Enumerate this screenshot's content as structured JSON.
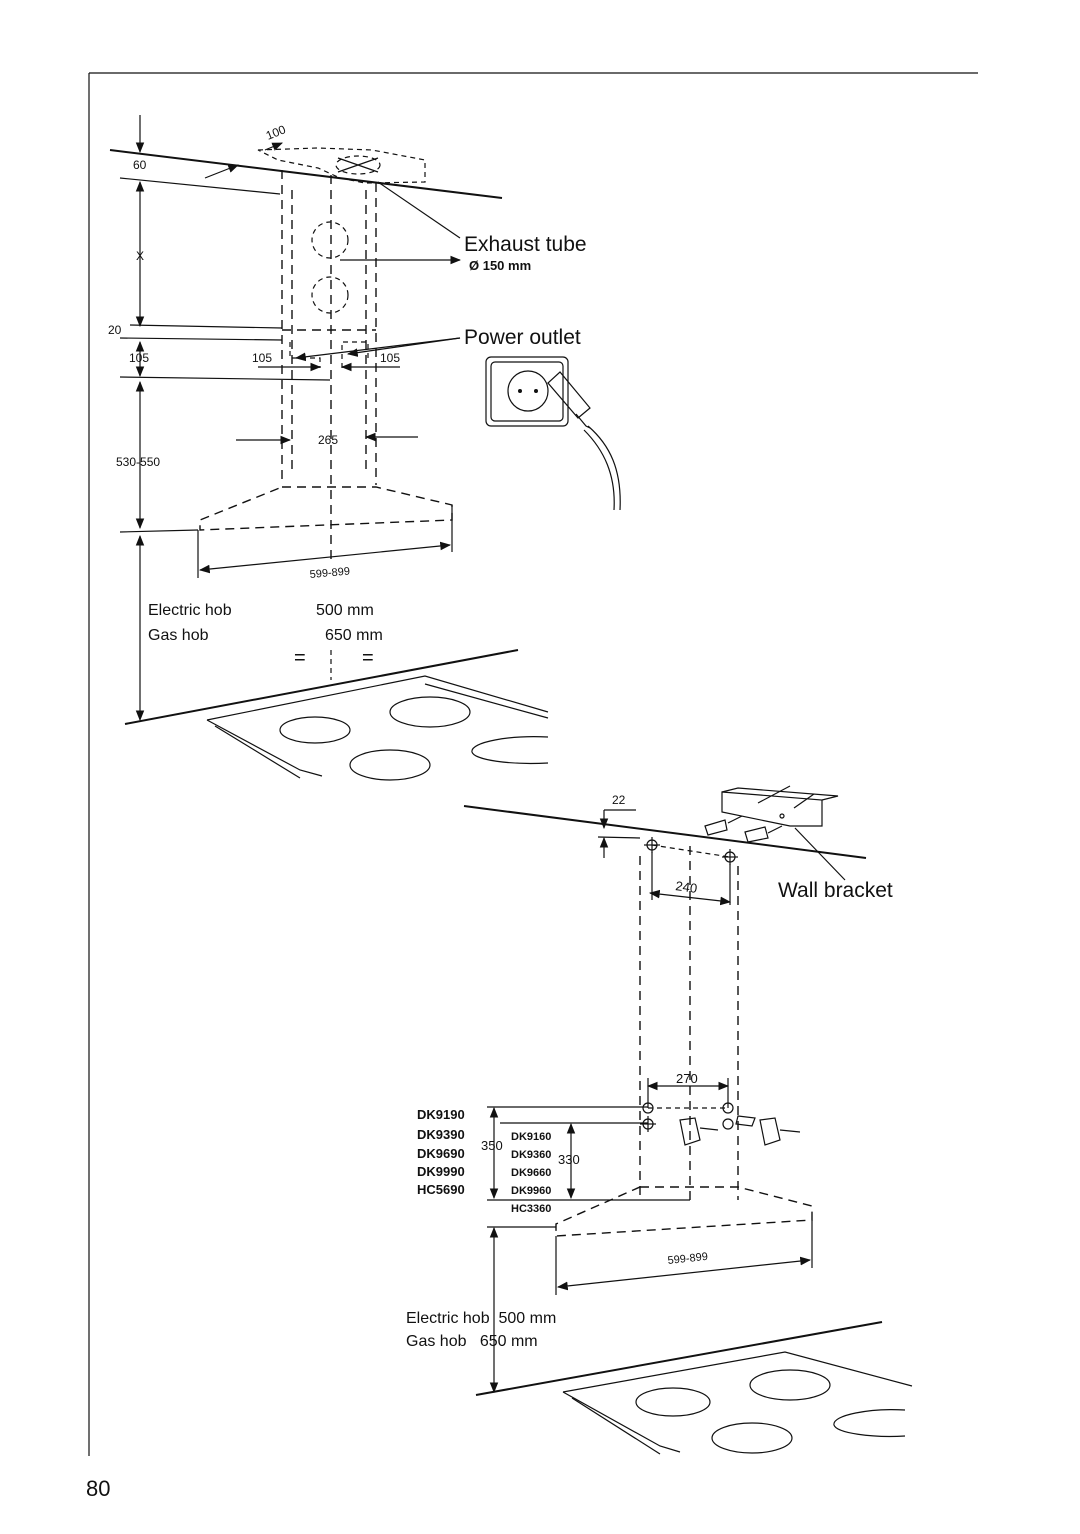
{
  "page_number": "80",
  "top_diagram": {
    "dims": {
      "d100": "100",
      "d60": "60",
      "dx": "X",
      "d20": "20",
      "d105_left": "105",
      "d105_mid": "105",
      "d105_right": "105",
      "d265": "265",
      "d530_550": "530-550",
      "d599_899": "599-899"
    },
    "labels": {
      "exhaust_tube": "Exhaust tube",
      "diameter": "Ø 150 mm",
      "power_outlet": "Power outlet"
    },
    "clearance": {
      "electric_label": "Electric hob",
      "electric_value": "500 mm",
      "gas_label": "Gas hob",
      "gas_value": "650 mm",
      "eq_left": "=",
      "eq_right": "="
    }
  },
  "bottom_diagram": {
    "dims": {
      "d22": "22",
      "d240": "240",
      "d270": "270",
      "d350": "350",
      "d330": "330",
      "d599_899": "599-899"
    },
    "labels": {
      "wall_bracket": "Wall bracket"
    },
    "models_350": [
      "DK9190",
      "DK9390",
      "DK9690",
      "DK9990",
      "HC5690"
    ],
    "models_330": [
      "DK9160",
      "DK9360",
      "DK9660",
      "DK9960",
      "HC3360"
    ],
    "clearance": {
      "electric": "Electric hob  500 mm",
      "gas": "Gas hob   650 mm"
    }
  }
}
